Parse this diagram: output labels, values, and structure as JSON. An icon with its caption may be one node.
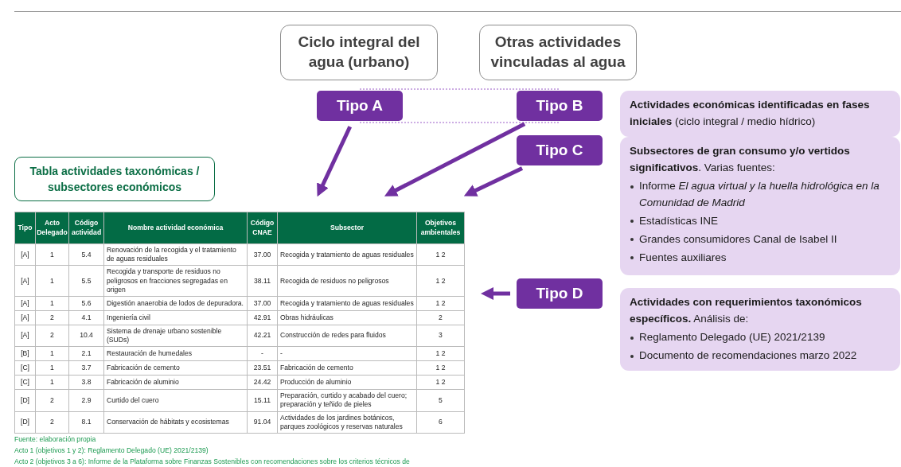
{
  "diagram": {
    "nodes": [
      {
        "text": [
          "Ciclo integral del agua (urbano)"
        ]
      },
      {
        "text": [
          "Otras actividades vinculadas al agua"
        ]
      },
      {
        "text": [
          "Tipo A"
        ]
      },
      {
        "text": [
          "Tipo B"
        ]
      },
      {
        "text": [
          "Tipo C"
        ]
      },
      {
        "text": [
          "Tipo D"
        ]
      },
      {
        "text": [
          "Tabla actividades taxonómicas / subsectores económicos"
        ]
      },
      {
        "text": [
          "**Actividades económicas identificadas en fases iniciales** (ciclo integral / medio hídrico)"
        ]
      },
      {
        "text": [
          "**Subsectores de gran consumo y/o vertidos significativos**. Varias fuentes:",
          "Informe *El agua virtual y la huella hidrológica en la Comunidad de Madrid*",
          "Estadísticas INE",
          "Grandes consumidores Canal de Isabel II",
          "Fuentes auxiliares"
        ]
      },
      {
        "text": [
          "**Actividades con requerimientos taxonómicos específicos.** Análisis de:",
          "Reglamento Delegado (UE) 2021/2139",
          "Documento de recomendaciones marzo 2022"
        ]
      }
    ],
    "edges": [
      {
        "from": 2,
        "to": null,
        "arrow": "to"
      },
      {
        "from": 3,
        "to": null,
        "arrow": "to"
      },
      {
        "from": 4,
        "to": null,
        "arrow": "to"
      },
      {
        "from": 5,
        "to": null,
        "arrow": "to"
      }
    ],
    "labels": [
      "Tipo",
      "Acto Delegado",
      "Código actividad",
      "Nombre actividad económica",
      "Código CNAE",
      "Subsector",
      "Objetivos ambientales",
      "[A]",
      "1",
      "5.4",
      "Renovación de la recogida y el tratamiento de aguas residuales",
      "37.00",
      "Recogida y tratamiento de aguas residuales",
      "1 2",
      "[A]",
      "1",
      "5.5",
      "Recogida y transporte de residuos no peligrosos en fracciones segregadas en origen",
      "38.11",
      "Recogida de residuos no peligrosos",
      "1 2",
      "[A]",
      "1",
      "5.6",
      "Digestión anaerobia de lodos de depuradora.",
      "37.00",
      "Recogida y tratamiento de aguas residuales",
      "1 2",
      "[A]",
      "2",
      "4.1",
      "Ingeniería civil",
      "42.91",
      "Obras hidráulicas",
      "2",
      "[A]",
      "2",
      "10.4",
      "Sistema de drenaje urbano sostenible (SUDs)",
      "42.21",
      "Construcción de redes para fluidos",
      "3",
      "[B]",
      "1",
      "2.1",
      "Restauración de humedales",
      "-",
      "-",
      "1 2",
      "[C]",
      "1",
      "3.7",
      "Fabricación de cemento",
      "23.51",
      "Fabricación de cemento",
      "1 2",
      "[C]",
      "1",
      "3.8",
      "Fabricación de aluminio",
      "24.42",
      "Producción de aluminio",
      "1 2",
      "[D]",
      "2",
      "2.9",
      "Curtido del cuero",
      "15.11",
      "Preparación, curtido y acabado del cuero; preparación y teñido de pieles",
      "5",
      "[D]",
      "2",
      "8.1",
      "Conservación de hábitats y ecosistemas",
      "91.04",
      "Actividades de los jardines botánicos, parques zoológicos y reservas naturales",
      "6",
      "Fuente: elaboración propia",
      "Acto 1 (objetivos 1 y 2): Reglamento Delegado (UE) 2021/2139)",
      "Acto 2 (objetivos 3 a 6): Informe de la Plataforma sobre Finanzas Sostenibles con recomendaciones sobre los criterios técnicos de"
    ]
  }
}
